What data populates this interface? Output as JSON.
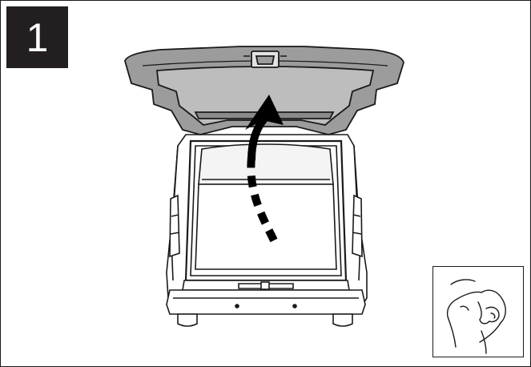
{
  "step": {
    "number": "1"
  },
  "illustration": {
    "subject": "van-rear-tailgate-open",
    "action_arrow": "curved-arrow-up",
    "inset": "hand-pressing-handle-icon"
  },
  "colors": {
    "outline": "#1a1a1a",
    "tailgate_fill": "#9c9c9c",
    "tailgate_inner": "#bdbdbd",
    "badge_bg": "#231f20",
    "badge_text": "#ffffff",
    "arrow": "#000000"
  }
}
